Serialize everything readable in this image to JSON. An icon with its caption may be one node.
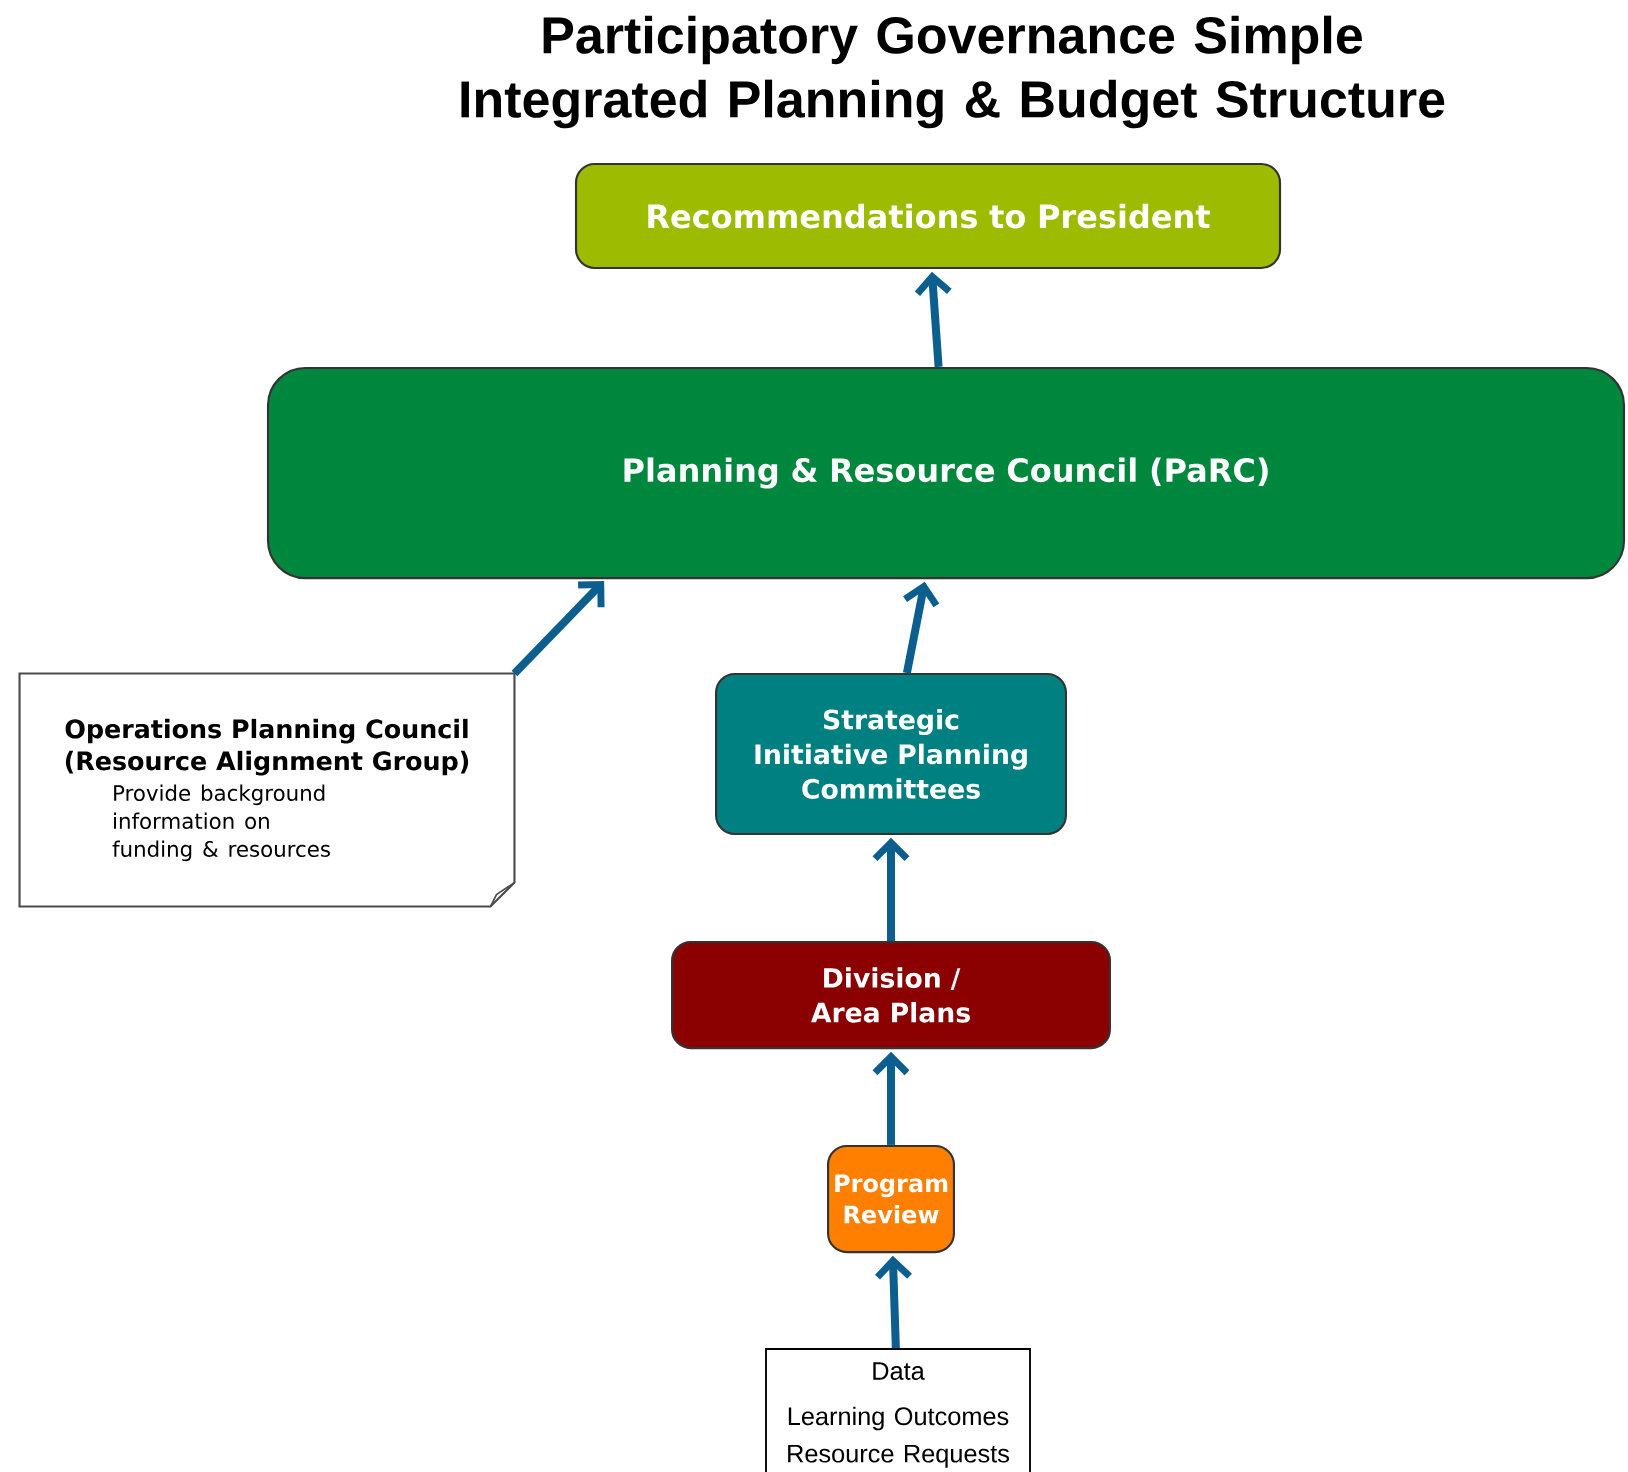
{
  "diagram": {
    "title": "Participatory Governance Simple Integrated Planning & Budget Structure",
    "nodes": [
      {
        "text": [
          "Recommendations to President"
        ]
      },
      {
        "text": [
          "Planning & Resource Council (PaRC)"
        ]
      },
      {
        "text": [
          "Operations Planning Council (Resource Alignment Group)",
          "Provide background information on funding & resources"
        ]
      },
      {
        "text": [
          "Strategic Initiative Planning Committees"
        ]
      },
      {
        "text": [
          "Division / Area Plans"
        ]
      },
      {
        "text": [
          "Program Review"
        ]
      },
      {
        "text": [
          "Data",
          "Learning Outcomes",
          "Resource Requests"
        ]
      }
    ],
    "edges": [
      {
        "from": 1,
        "to": 0,
        "arrow": "to"
      },
      {
        "from": 2,
        "to": 1,
        "arrow": "to"
      },
      {
        "from": 3,
        "to": 1,
        "arrow": "to"
      },
      {
        "from": 4,
        "to": 3,
        "arrow": "to"
      },
      {
        "from": 5,
        "to": 4,
        "arrow": "to"
      },
      {
        "from": 6,
        "to": 5,
        "arrow": "to"
      }
    ]
  }
}
